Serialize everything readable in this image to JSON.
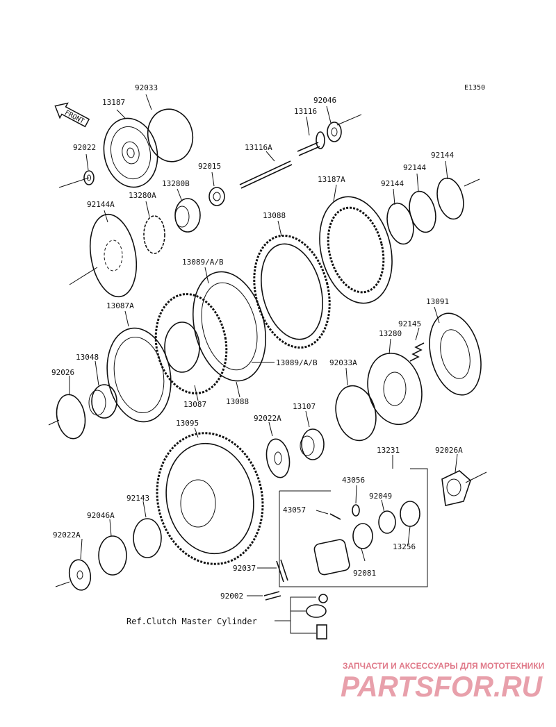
{
  "diagram_code": "E1350",
  "front_label": "FRONT",
  "reference_note": "Ref.Clutch Master Cylinder",
  "watermark": {
    "top_text": "ЗАПЧАСТИ И АКСЕССУАРЫ ДЛЯ МОТОТЕХНИКИ",
    "brand": "PARTSFOR.RU"
  },
  "labels": [
    {
      "id": "l1",
      "text": "13187"
    },
    {
      "id": "l2",
      "text": "92033"
    },
    {
      "id": "l3",
      "text": "92022"
    },
    {
      "id": "l4",
      "text": "92046"
    },
    {
      "id": "l5",
      "text": "13116"
    },
    {
      "id": "l6",
      "text": "13116A"
    },
    {
      "id": "l7",
      "text": "92015"
    },
    {
      "id": "l8",
      "text": "13280B"
    },
    {
      "id": "l9",
      "text": "13280A"
    },
    {
      "id": "l10",
      "text": "92144A"
    },
    {
      "id": "l11",
      "text": "13187A"
    },
    {
      "id": "l12",
      "text": "92144"
    },
    {
      "id": "l13",
      "text": "92144"
    },
    {
      "id": "l14",
      "text": "92144"
    },
    {
      "id": "l15",
      "text": "13088"
    },
    {
      "id": "l16",
      "text": "13089/A/B"
    },
    {
      "id": "l17",
      "text": "13091"
    },
    {
      "id": "l18",
      "text": "92145"
    },
    {
      "id": "l19",
      "text": "13280"
    },
    {
      "id": "l20",
      "text": "13087A"
    },
    {
      "id": "l21",
      "text": "13048"
    },
    {
      "id": "l22",
      "text": "92026"
    },
    {
      "id": "l23",
      "text": "13087"
    },
    {
      "id": "l24",
      "text": "13088"
    },
    {
      "id": "l25",
      "text": "13089/A/B"
    },
    {
      "id": "l26",
      "text": "92033A"
    },
    {
      "id": "l27",
      "text": "13107"
    },
    {
      "id": "l28",
      "text": "92022A"
    },
    {
      "id": "l29",
      "text": "13095"
    },
    {
      "id": "l30",
      "text": "13231"
    },
    {
      "id": "l31",
      "text": "92026A"
    },
    {
      "id": "l32",
      "text": "43056"
    },
    {
      "id": "l33",
      "text": "43057"
    },
    {
      "id": "l34",
      "text": "92049"
    },
    {
      "id": "l35",
      "text": "13256"
    },
    {
      "id": "l36",
      "text": "92143"
    },
    {
      "id": "l37",
      "text": "92046A"
    },
    {
      "id": "l38",
      "text": "92022A"
    },
    {
      "id": "l39",
      "text": "92037"
    },
    {
      "id": "l40",
      "text": "92081"
    },
    {
      "id": "l41",
      "text": "92002"
    }
  ]
}
